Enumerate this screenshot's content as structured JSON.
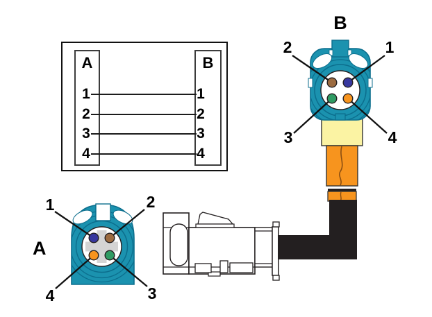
{
  "wiring_table": {
    "header_a": "A",
    "header_b": "B",
    "rows": [
      {
        "a": "1",
        "b": "1"
      },
      {
        "a": "2",
        "b": "2"
      },
      {
        "a": "3",
        "b": "3"
      },
      {
        "a": "4",
        "b": "4"
      }
    ]
  },
  "connector_a": {
    "label": "A",
    "pin_top_left": "1",
    "pin_top_right": "2",
    "pin_bottom_left": "4",
    "pin_bottom_right": "3"
  },
  "connector_b": {
    "label": "B",
    "pin_top_left": "2",
    "pin_top_right": "1",
    "pin_bottom_left": "3",
    "pin_bottom_right": "4"
  },
  "pin_colors": {
    "pin1_blue": "#37379e",
    "pin2_brown": "#9c6b40",
    "pin3_green": "#2f9b63",
    "pin4_orange": "#f7941e"
  },
  "colors": {
    "connector_shell_teal": "#1b92af",
    "shell_detail_dark": "#0c6e8d",
    "boot_yellow": "#fbf3a3",
    "boot_orange": "#f7941e",
    "cable_black": "#231f20",
    "face_cross_gray": "#d4d4d4"
  }
}
